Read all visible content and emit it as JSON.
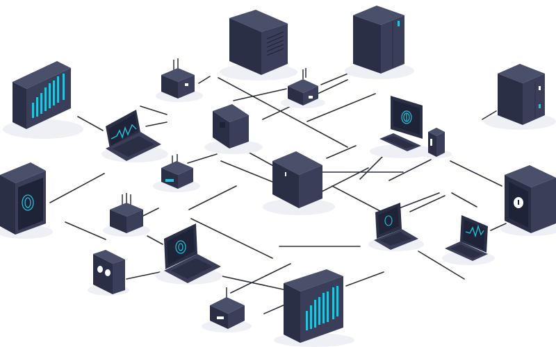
{
  "palette": {
    "background": "#ffffff",
    "floor_shadow": "#eef0f6",
    "device_top": "#4a4f6a",
    "device_left": "#2b2f45",
    "device_right": "#3a3e58",
    "screen": "#1f2337",
    "accent_cyan": "#27c2dc",
    "accent_teal": "#1ea4b8",
    "connector_line": "#2a2d3a",
    "white": "#ffffff"
  },
  "devices": [
    {
      "type": "server-rack",
      "icon": "equalizer-bars-icon"
    },
    {
      "type": "storage-box"
    },
    {
      "type": "server-tower"
    },
    {
      "type": "server-tower"
    },
    {
      "type": "router-hub"
    },
    {
      "type": "router-hub"
    },
    {
      "type": "laptop",
      "icon": "waveform-icon"
    },
    {
      "type": "cube-box"
    },
    {
      "type": "monitor",
      "icon": "fingerprint-icon"
    },
    {
      "type": "mini-pc"
    },
    {
      "type": "router-hub"
    },
    {
      "type": "cube-box"
    },
    {
      "type": "server-panel",
      "icon": "fingerprint-icon"
    },
    {
      "type": "safe-panel",
      "icon": "keyhole-icon"
    },
    {
      "type": "router-hub"
    },
    {
      "type": "laptop"
    },
    {
      "type": "laptop",
      "icon": "waveform-icon"
    },
    {
      "type": "laptop",
      "icon": "fingerprint-icon"
    },
    {
      "type": "speaker-panel",
      "icon": "speaker-icon"
    },
    {
      "type": "router-hub"
    },
    {
      "type": "server-rack",
      "icon": "equalizer-bars-icon"
    }
  ]
}
